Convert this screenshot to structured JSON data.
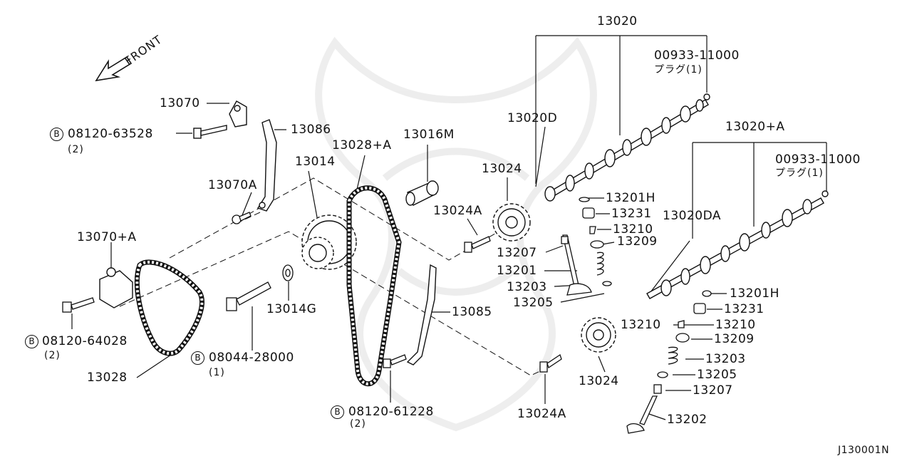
{
  "direction_label": "FRONT",
  "bolt_prefix": "B",
  "figure_code": "J130001N",
  "parts": [
    {
      "id": "p13020",
      "text": "13020"
    },
    {
      "id": "p00933a",
      "text": "00933-11000"
    },
    {
      "id": "p00933a_note",
      "text": "プラグ(1)"
    },
    {
      "id": "p13020D",
      "text": "13020D"
    },
    {
      "id": "p13020A",
      "text": "13020+A"
    },
    {
      "id": "p00933b",
      "text": "00933-11000"
    },
    {
      "id": "p00933b_note",
      "text": "プラグ(1)"
    },
    {
      "id": "p13070",
      "text": "13070"
    },
    {
      "id": "p08120_63528",
      "text": "08120-63528"
    },
    {
      "id": "p08120_63528_q",
      "text": "(2)"
    },
    {
      "id": "p13086",
      "text": "13086"
    },
    {
      "id": "p13028A",
      "text": "13028+A"
    },
    {
      "id": "p13016M",
      "text": "13016M"
    },
    {
      "id": "p13014",
      "text": "13014"
    },
    {
      "id": "p13024_top",
      "text": "13024"
    },
    {
      "id": "p13070A",
      "text": "13070A"
    },
    {
      "id": "p13024A_top",
      "text": "13024A"
    },
    {
      "id": "p13201H_a",
      "text": "13201H"
    },
    {
      "id": "p13231_a",
      "text": "13231"
    },
    {
      "id": "p13210_a",
      "text": "13210"
    },
    {
      "id": "p13209_a",
      "text": "13209"
    },
    {
      "id": "p13020DA",
      "text": "13020DA"
    },
    {
      "id": "p13070plusA",
      "text": "13070+A"
    },
    {
      "id": "p13207_a",
      "text": "13207"
    },
    {
      "id": "p13201",
      "text": "13201"
    },
    {
      "id": "p13203_a",
      "text": "13203"
    },
    {
      "id": "p13205_a",
      "text": "13205"
    },
    {
      "id": "p13014G",
      "text": "13014G"
    },
    {
      "id": "p13085",
      "text": "13085"
    },
    {
      "id": "p13201H_b",
      "text": "13201H"
    },
    {
      "id": "p13231_b",
      "text": "13231"
    },
    {
      "id": "p13210_b1",
      "text": "13210"
    },
    {
      "id": "p13210_b2",
      "text": "13210"
    },
    {
      "id": "p13209_b",
      "text": "13209"
    },
    {
      "id": "p13203_b",
      "text": "13203"
    },
    {
      "id": "p13205_b",
      "text": "13205"
    },
    {
      "id": "p13207_b",
      "text": "13207"
    },
    {
      "id": "p13202",
      "text": "13202"
    },
    {
      "id": "p08120_64028",
      "text": "08120-64028"
    },
    {
      "id": "p08120_64028_q",
      "text": "(2)"
    },
    {
      "id": "p08044_28000",
      "text": "08044-28000"
    },
    {
      "id": "p08044_28000_q",
      "text": "(1)"
    },
    {
      "id": "p13028",
      "text": "13028"
    },
    {
      "id": "p13024_bottom",
      "text": "13024"
    },
    {
      "id": "p08120_61228",
      "text": "08120-61228"
    },
    {
      "id": "p08120_61228_q",
      "text": "(2)"
    },
    {
      "id": "p13024A_bottom",
      "text": "13024A"
    }
  ]
}
